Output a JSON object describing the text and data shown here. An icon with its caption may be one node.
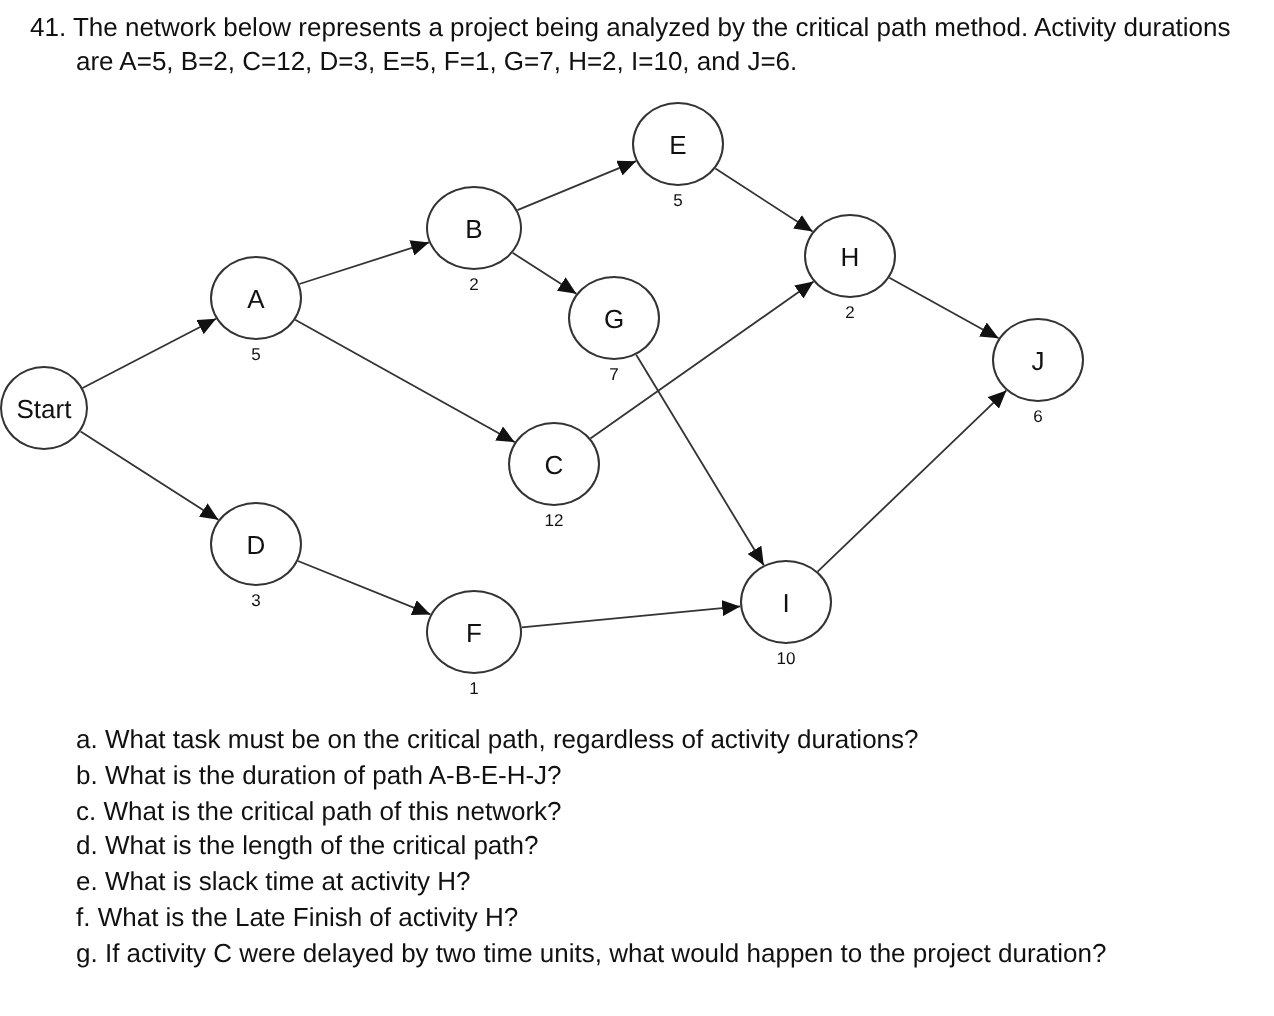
{
  "diagram": {
    "nodes": [
      {
        "text": [
          "Start"
        ]
      },
      {
        "text": [
          "A"
        ],
        "beside": [
          "5"
        ]
      },
      {
        "text": [
          "B"
        ],
        "beside": [
          "2"
        ]
      },
      {
        "text": [
          "C"
        ],
        "beside": [
          "12"
        ]
      },
      {
        "text": [
          "D"
        ],
        "beside": [
          "3"
        ]
      },
      {
        "text": [
          "E"
        ],
        "beside": [
          "5"
        ]
      },
      {
        "text": [
          "F"
        ],
        "beside": [
          "1"
        ]
      },
      {
        "text": [
          "G"
        ],
        "beside": [
          "7"
        ]
      },
      {
        "text": [
          "H"
        ],
        "beside": [
          "2"
        ]
      },
      {
        "text": [
          "I"
        ],
        "beside": [
          "10"
        ]
      },
      {
        "text": [
          "J"
        ],
        "beside": [
          "6"
        ]
      }
    ],
    "edges": [
      {
        "from": 0,
        "to": 1,
        "arrow": "to"
      },
      {
        "from": 0,
        "to": 4,
        "arrow": "to"
      },
      {
        "from": 1,
        "to": 2,
        "arrow": "to"
      },
      {
        "from": 1,
        "to": 3,
        "arrow": "to"
      },
      {
        "from": 2,
        "to": 5,
        "arrow": "to"
      },
      {
        "from": 2,
        "to": 7,
        "arrow": "to"
      },
      {
        "from": 4,
        "to": 6,
        "arrow": "to"
      },
      {
        "from": 5,
        "to": 8,
        "arrow": "to"
      },
      {
        "from": 3,
        "to": 8,
        "arrow": "to"
      },
      {
        "from": 7,
        "to": 9,
        "arrow": "to"
      },
      {
        "from": 6,
        "to": 9,
        "arrow": "to"
      },
      {
        "from": 8,
        "to": 10,
        "arrow": "to"
      },
      {
        "from": 9,
        "to": 10,
        "arrow": "to"
      }
    ],
    "labels": [
      "41. The network below represents a project being analyzed by the critical path method. Activity durations are A=5, B=2, C=12, D=3, E=5, F=1, G=7, H=2, I=10, and J=6.",
      "a. What task must be on the critical path, regardless of activity durations?",
      "b. What is the duration of path A-B-E-H-J?",
      "c. What is the critical path of this network?",
      "d. What is the length of the critical path?",
      "e. What is slack time at activity H?",
      "f. What is the Late Finish of activity H?",
      "g. If activity C were delayed by two time units, what would happen to the project duration?"
    ]
  }
}
